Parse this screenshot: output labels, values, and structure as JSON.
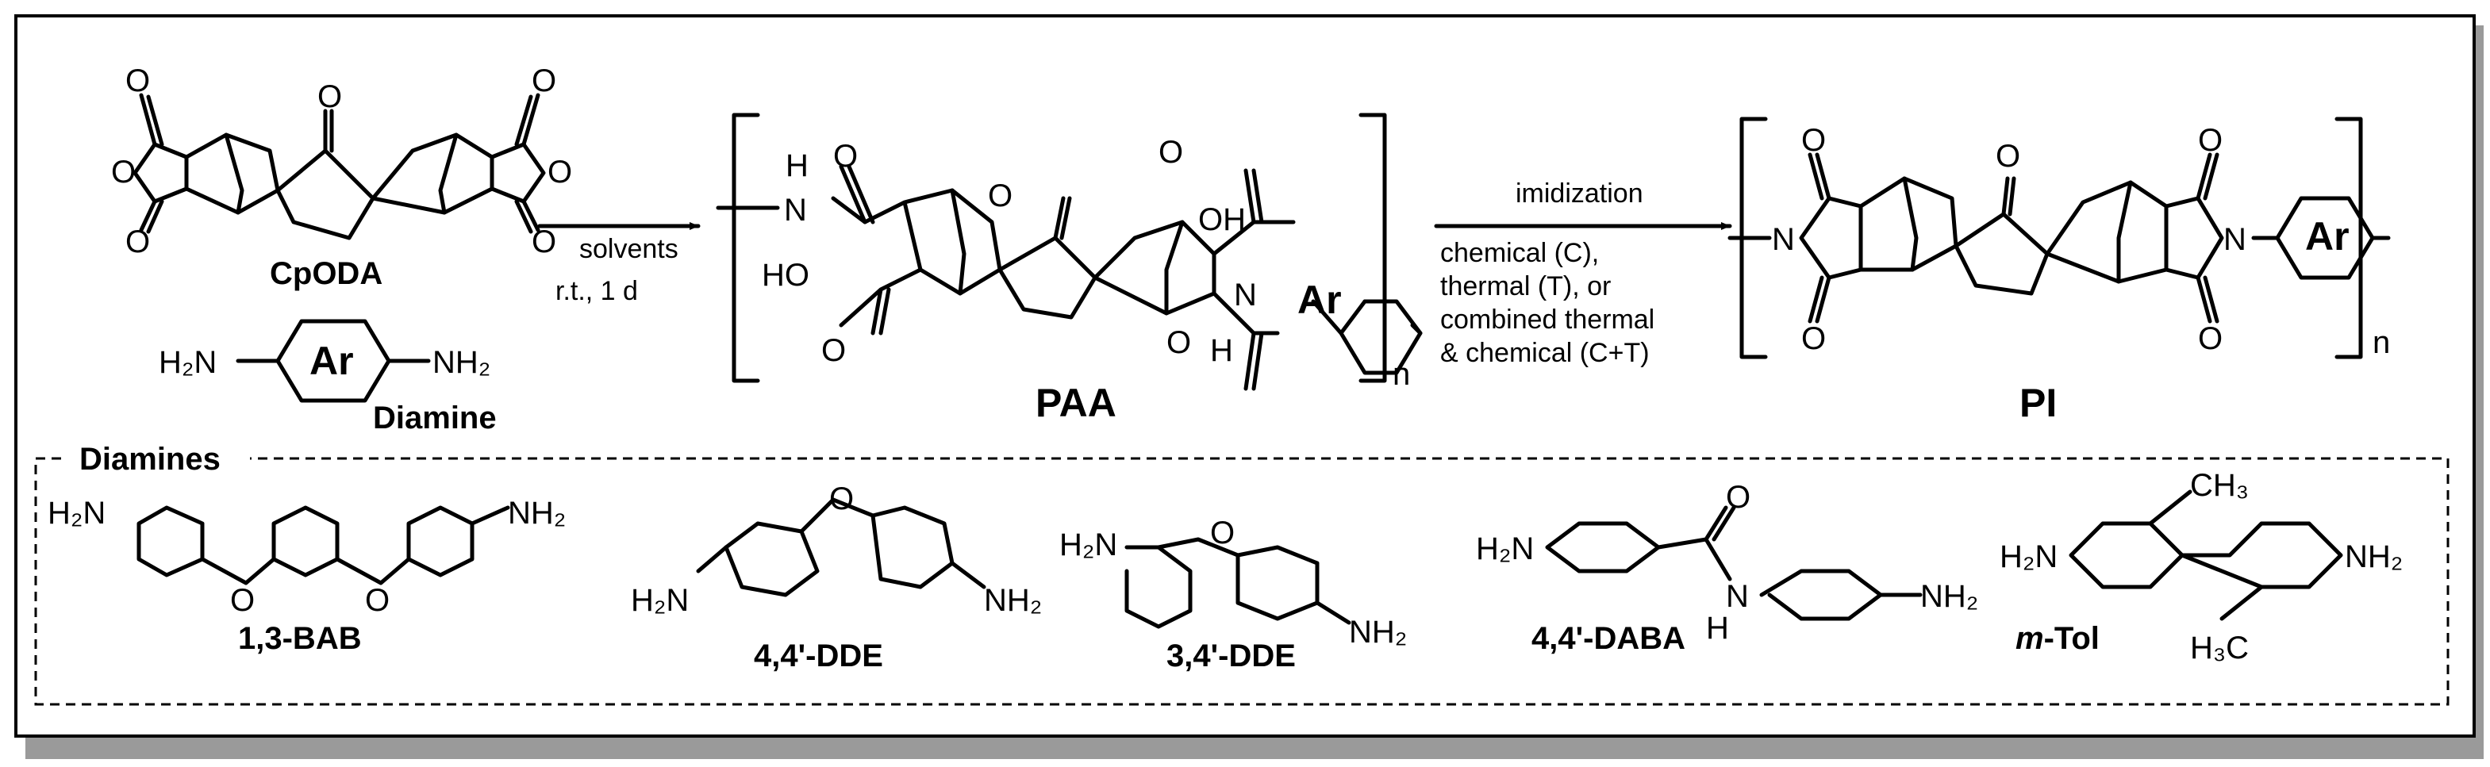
{
  "compounds": {
    "dianhydride": "CpODA",
    "diamine": "Diamine",
    "ar": "Ar",
    "paa": "PAA",
    "pi": "PI",
    "repeat_n": "n"
  },
  "atoms": {
    "O": "O",
    "N": "N",
    "H": "H",
    "HN": "N",
    "OH": "OH",
    "HO": "HO",
    "H2N": "H₂N",
    "NH2": "NH₂",
    "CH3": "CH₃",
    "H3C": "H₃C"
  },
  "step1": {
    "reagent": "solvents",
    "conditions": "r.t., 1 d"
  },
  "step2": {
    "reagent": "imidization",
    "options": [
      "chemical (C),",
      "thermal (T), or",
      "combined thermal",
      "& chemical (C+T)"
    ]
  },
  "diamines_box": {
    "title": "Diamines",
    "labels": [
      "1,3-BAB",
      "4,4'-DDE",
      "3,4'-DDE",
      "4,4'-DABA"
    ],
    "mtol_italic": "m",
    "mtol_rest": "-Tol"
  },
  "colors": {
    "frame": "#000000",
    "shadow": "#9a9a9a",
    "background": "#ffffff"
  }
}
